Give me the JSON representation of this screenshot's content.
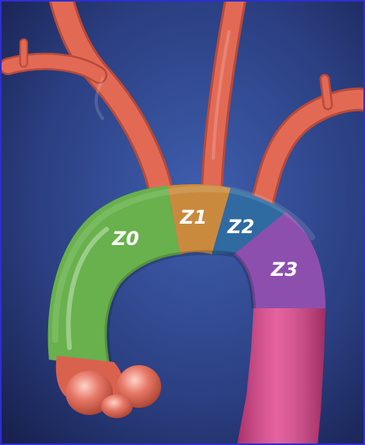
{
  "colors": {
    "background_outer": "#1b2758",
    "background_center": "#3a58a6",
    "artery": "#e26a55",
    "artery_shadow": "#b84a3a",
    "zone0": "#5cab3d",
    "zone1": "#c98a3e",
    "zone2": "#2f6aa0",
    "zone3": "#8d4fae",
    "descending_aorta": "#e0408a",
    "frame_border": "#2d2fd0"
  },
  "zones": [
    {
      "label": "Z0"
    },
    {
      "label": "Z1"
    },
    {
      "label": "Z2"
    },
    {
      "label": "Z3"
    }
  ]
}
